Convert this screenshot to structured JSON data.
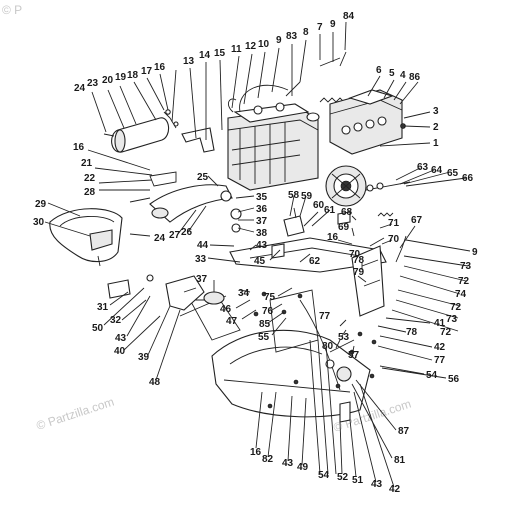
{
  "watermark": {
    "text": "© Partzilla.com",
    "mark_top_left": "© P"
  },
  "callouts": {
    "c84": "84",
    "c9a": "9",
    "c7a": "7",
    "c8a": "8",
    "c83": "83",
    "c9b": "9",
    "c10a": "10",
    "c12": "12",
    "c11": "11",
    "c15": "15",
    "c14": "14",
    "c13": "13",
    "c16a": "16",
    "c17": "17",
    "c18": "18",
    "c19": "19",
    "c20": "20",
    "c23": "23",
    "c24a": "24",
    "c6": "6",
    "c5": "5",
    "c4": "4",
    "c86": "86",
    "c3": "3",
    "c2": "2",
    "c1": "1",
    "c16b": "16",
    "c21": "21",
    "c22": "22",
    "c28": "28",
    "c25": "25",
    "c29": "29",
    "c30": "30",
    "c24b": "24",
    "c27": "27",
    "c26": "26",
    "c35": "35",
    "c36": "36",
    "c37a": "37",
    "c38": "38",
    "c44": "44",
    "c43a": "43",
    "c58": "58",
    "c59": "59",
    "c60": "60",
    "c63": "63",
    "c64": "64",
    "c65": "65",
    "c66": "66",
    "c61": "61",
    "c68": "68",
    "c69": "69",
    "c71": "71",
    "c70a": "70",
    "c16c": "16",
    "c70b": "70",
    "c67": "67",
    "c9c": "9",
    "c73a": "73",
    "c72a": "72",
    "c74": "74",
    "c72b": "72",
    "c73b": "73",
    "c72c": "72",
    "c33": "33",
    "c45": "45",
    "c62": "62",
    "c78a": "78",
    "c79": "79",
    "c37b": "37",
    "c34": "34",
    "c75": "75",
    "c46": "46",
    "c47": "47",
    "c76": "76",
    "c85": "85",
    "c55": "55",
    "c77a": "77",
    "c53": "53",
    "c80": "80",
    "c57": "57",
    "c31": "31",
    "c32": "32",
    "c50": "50",
    "c43b": "43",
    "c40": "40",
    "c39": "39",
    "c48": "48",
    "c78b": "78",
    "c41": "41",
    "c42": "42",
    "c77b": "77",
    "c54a": "54",
    "c56": "56",
    "c87": "87",
    "c81": "81",
    "c16d": "16",
    "c82": "82",
    "c43c": "43",
    "c49": "49",
    "c54b": "54",
    "c52": "52",
    "c51": "51",
    "c43d": "43",
    "c42b": "42"
  }
}
